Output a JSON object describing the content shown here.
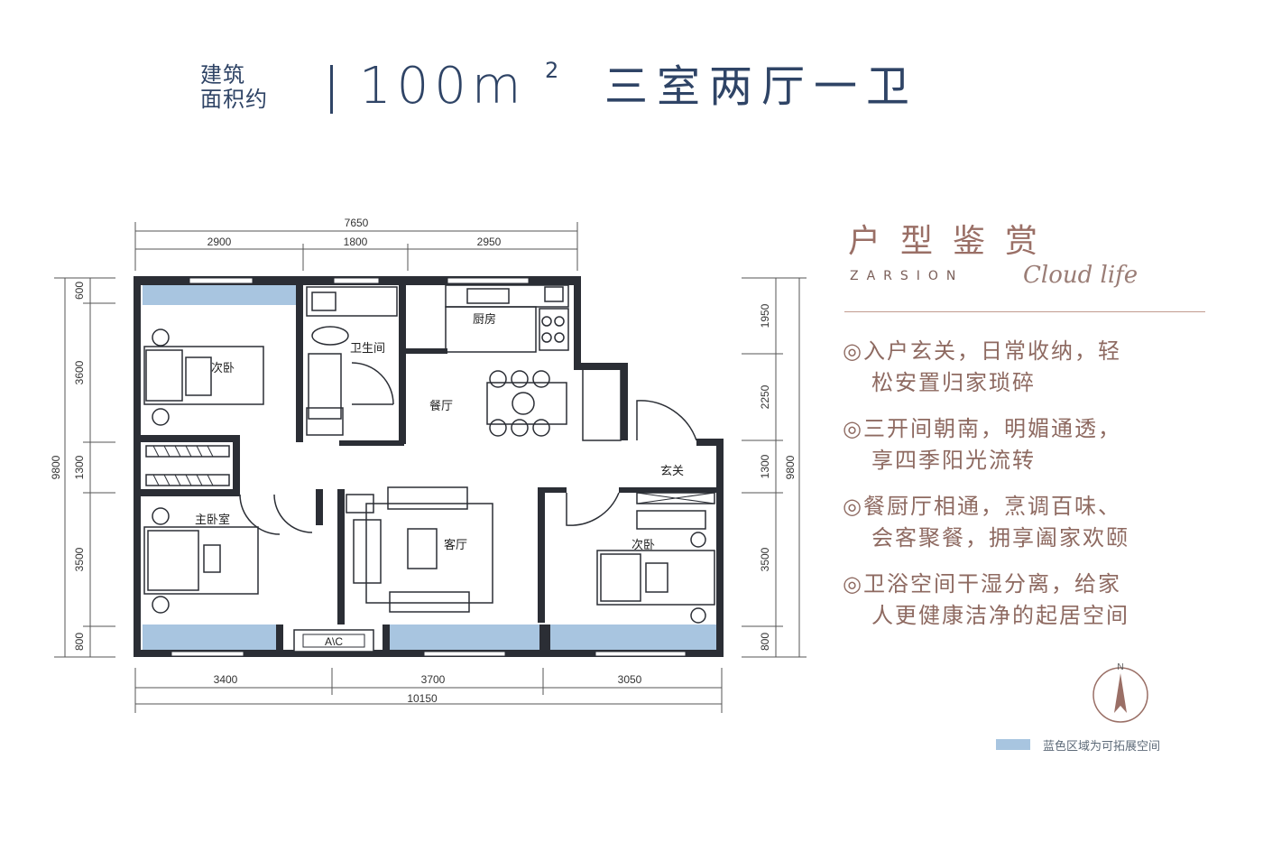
{
  "header": {
    "area_label_line1": "建筑",
    "area_label_line2": "面积约",
    "area_value": "100m",
    "area_unit_sup": "2",
    "layout_type": "三室两厅一卫"
  },
  "plan": {
    "dims_top": {
      "total": "7650",
      "segments": [
        "2900",
        "1800",
        "2950"
      ]
    },
    "dims_bottom": {
      "total": "10150",
      "segments": [
        "3400",
        "3700",
        "3050"
      ]
    },
    "dims_left": {
      "total": "9800",
      "segments": [
        "600",
        "3600",
        "1300",
        "3500",
        "800"
      ]
    },
    "dims_right": {
      "total": "9800",
      "segments": [
        "1950",
        "2250",
        "1300",
        "3500",
        "800"
      ]
    },
    "rooms": {
      "second_bedroom_top": "次卧",
      "bathroom": "卫生间",
      "kitchen": "厨房",
      "dining": "餐厅",
      "entrance": "玄关",
      "master_bedroom": "主卧室",
      "living": "客厅",
      "second_bedroom_right": "次卧",
      "ac": "A\\C"
    }
  },
  "sidebar": {
    "title": "户型鉴赏",
    "brand": "ZARSION",
    "brand_script": "Cloud life",
    "features": [
      {
        "line1": "◎入户玄关，日常收纳，轻",
        "line2": "松安置归家琐碎"
      },
      {
        "line1": "◎三开间朝南，明媚通透，",
        "line2": "享四季阳光流转"
      },
      {
        "line1": "◎餐厨厅相通，烹调百味、",
        "line2": "会客聚餐，拥享阖家欢颐"
      },
      {
        "line1": "◎卫浴空间干湿分离，给家",
        "line2": "人更健康洁净的起居空间"
      }
    ]
  },
  "compass": {
    "label": "N"
  },
  "legend": {
    "text": "蓝色区域为可拓展空间"
  },
  "colors": {
    "navy": "#2f4466",
    "rose": "#8e6a61",
    "wall": "#2b2e35",
    "expand_blue": "#a8c5e0"
  }
}
